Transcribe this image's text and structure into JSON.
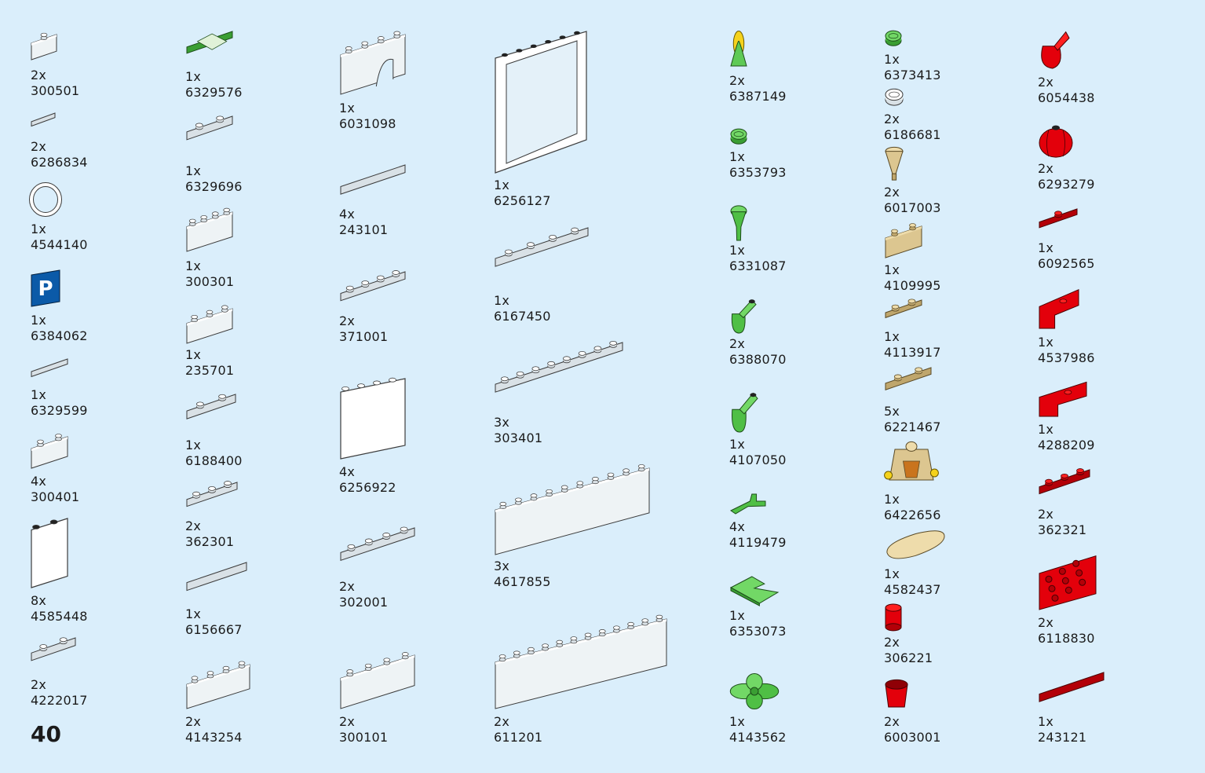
{
  "page": {
    "number": "40"
  },
  "colors": {
    "background": "#daeefb",
    "white": "#ffffff",
    "green": "#5fca55",
    "red": "#e3000b",
    "tan": "#dcc690"
  },
  "parts": [
    {
      "qty": "2x",
      "id": "300501",
      "color": "white",
      "icon": "brick-1x1-icon"
    },
    {
      "qty": "2x",
      "id": "6286834",
      "color": "white",
      "icon": "slope-1x1-icon"
    },
    {
      "qty": "1x",
      "id": "4544140",
      "color": "white",
      "icon": "ring-icon"
    },
    {
      "qty": "1x",
      "id": "6384062",
      "color": "blue",
      "icon": "parking-sign-icon"
    },
    {
      "qty": "1x",
      "id": "6329599",
      "color": "white",
      "icon": "printed-tile-1x2-icon"
    },
    {
      "qty": "4x",
      "id": "300401",
      "color": "white",
      "icon": "brick-1x2-icon"
    },
    {
      "qty": "8x",
      "id": "4585448",
      "color": "white",
      "icon": "panel-1x2x3-icon"
    },
    {
      "qty": "2x",
      "id": "4222017",
      "color": "white",
      "icon": "plate-with-handles-icon"
    },
    {
      "qty": "1x",
      "id": "6329576",
      "color": "green",
      "icon": "printed-tile-2x2-icon"
    },
    {
      "qty": "1x",
      "id": "6329696",
      "color": "white",
      "icon": "printed-slope-2x2-icon"
    },
    {
      "qty": "1x",
      "id": "300301",
      "color": "white",
      "icon": "brick-2x2-icon"
    },
    {
      "qty": "1x",
      "id": "235701",
      "color": "white",
      "icon": "brick-corner-icon"
    },
    {
      "qty": "1x",
      "id": "6188400",
      "color": "white",
      "icon": "hinge-plate-icon"
    },
    {
      "qty": "2x",
      "id": "362301",
      "color": "white",
      "icon": "plate-1x3-icon"
    },
    {
      "qty": "1x",
      "id": "6156667",
      "color": "white",
      "icon": "tile-2x4-icon"
    },
    {
      "qty": "2x",
      "id": "4143254",
      "color": "white",
      "icon": "technic-brick-1x4-icon"
    },
    {
      "qty": "1x",
      "id": "6031098",
      "color": "white",
      "icon": "arch-1x4-icon"
    },
    {
      "qty": "4x",
      "id": "243101",
      "color": "white",
      "icon": "tile-1x4-icon"
    },
    {
      "qty": "2x",
      "id": "371001",
      "color": "white",
      "icon": "plate-1x4-icon"
    },
    {
      "qty": "4x",
      "id": "6256922",
      "color": "white",
      "icon": "panel-1x4x3-icon"
    },
    {
      "qty": "2x",
      "id": "302001",
      "color": "white",
      "icon": "plate-2x4-icon"
    },
    {
      "qty": "2x",
      "id": "300101",
      "color": "white",
      "icon": "brick-2x4-icon"
    },
    {
      "qty": "1x",
      "id": "6256127",
      "color": "white",
      "icon": "window-frame-icon"
    },
    {
      "qty": "1x",
      "id": "6167450",
      "color": "white",
      "icon": "frame-plate-4x4-icon"
    },
    {
      "qty": "3x",
      "id": "303401",
      "color": "white",
      "icon": "plate-2x8-icon"
    },
    {
      "qty": "3x",
      "id": "4617855",
      "color": "white",
      "icon": "brick-2x10-icon"
    },
    {
      "qty": "2x",
      "id": "611201",
      "color": "white",
      "icon": "brick-1x12-icon"
    },
    {
      "qty": "2x",
      "id": "6387149",
      "color": "green",
      "icon": "corn-cob-icon"
    },
    {
      "qty": "1x",
      "id": "6353793",
      "color": "green",
      "icon": "round-plate-1x1-icon"
    },
    {
      "qty": "1x",
      "id": "6331087",
      "color": "green",
      "icon": "plant-stem-icon"
    },
    {
      "qty": "2x",
      "id": "6388070",
      "color": "green",
      "icon": "pepper-icon"
    },
    {
      "qty": "1x",
      "id": "4107050",
      "color": "green",
      "icon": "carrot-top-icon"
    },
    {
      "qty": "4x",
      "id": "4119479",
      "color": "green",
      "icon": "stem-icon"
    },
    {
      "qty": "1x",
      "id": "6353073",
      "color": "green",
      "icon": "corner-plate-icon"
    },
    {
      "qty": "1x",
      "id": "4143562",
      "color": "green",
      "icon": "leaf-plant-icon"
    },
    {
      "qty": "1x",
      "id": "6373413",
      "color": "green",
      "icon": "round-tile-1x1-icon"
    },
    {
      "qty": "2x",
      "id": "6186681",
      "color": "white",
      "icon": "round-tile-1x1-icon"
    },
    {
      "qty": "2x",
      "id": "6017003",
      "color": "tan",
      "icon": "ice-cream-cone-icon"
    },
    {
      "qty": "1x",
      "id": "4109995",
      "color": "tan",
      "icon": "brick-1x2-icon"
    },
    {
      "qty": "1x",
      "id": "4113917",
      "color": "tan",
      "icon": "plate-1x2-icon"
    },
    {
      "qty": "5x",
      "id": "6221467",
      "color": "tan",
      "icon": "plate-2x2-icon"
    },
    {
      "qty": "1x",
      "id": "6422656",
      "color": "tan",
      "icon": "minifig-torso-icon"
    },
    {
      "qty": "1x",
      "id": "4582437",
      "color": "tan",
      "icon": "bread-baguette-icon"
    },
    {
      "qty": "2x",
      "id": "306221",
      "color": "red",
      "icon": "round-brick-1x1-icon"
    },
    {
      "qty": "2x",
      "id": "6003001",
      "color": "red",
      "icon": "flower-pot-icon"
    },
    {
      "qty": "2x",
      "id": "6054438",
      "color": "red",
      "icon": "chili-pepper-icon"
    },
    {
      "qty": "2x",
      "id": "6293279",
      "color": "red",
      "icon": "pumpkin-icon"
    },
    {
      "qty": "1x",
      "id": "6092565",
      "color": "red",
      "icon": "jumper-plate-1x2-icon"
    },
    {
      "qty": "1x",
      "id": "4537986",
      "color": "red",
      "icon": "bracket-1x2-icon"
    },
    {
      "qty": "1x",
      "id": "4288209",
      "color": "red",
      "icon": "bracket-1x2-2x2-icon"
    },
    {
      "qty": "2x",
      "id": "362321",
      "color": "red",
      "icon": "plate-1x3-icon"
    },
    {
      "qty": "2x",
      "id": "6118830",
      "color": "red",
      "icon": "bracket-1x2-2x4-icon"
    },
    {
      "qty": "1x",
      "id": "243121",
      "color": "red",
      "icon": "tile-1x4-icon"
    }
  ]
}
